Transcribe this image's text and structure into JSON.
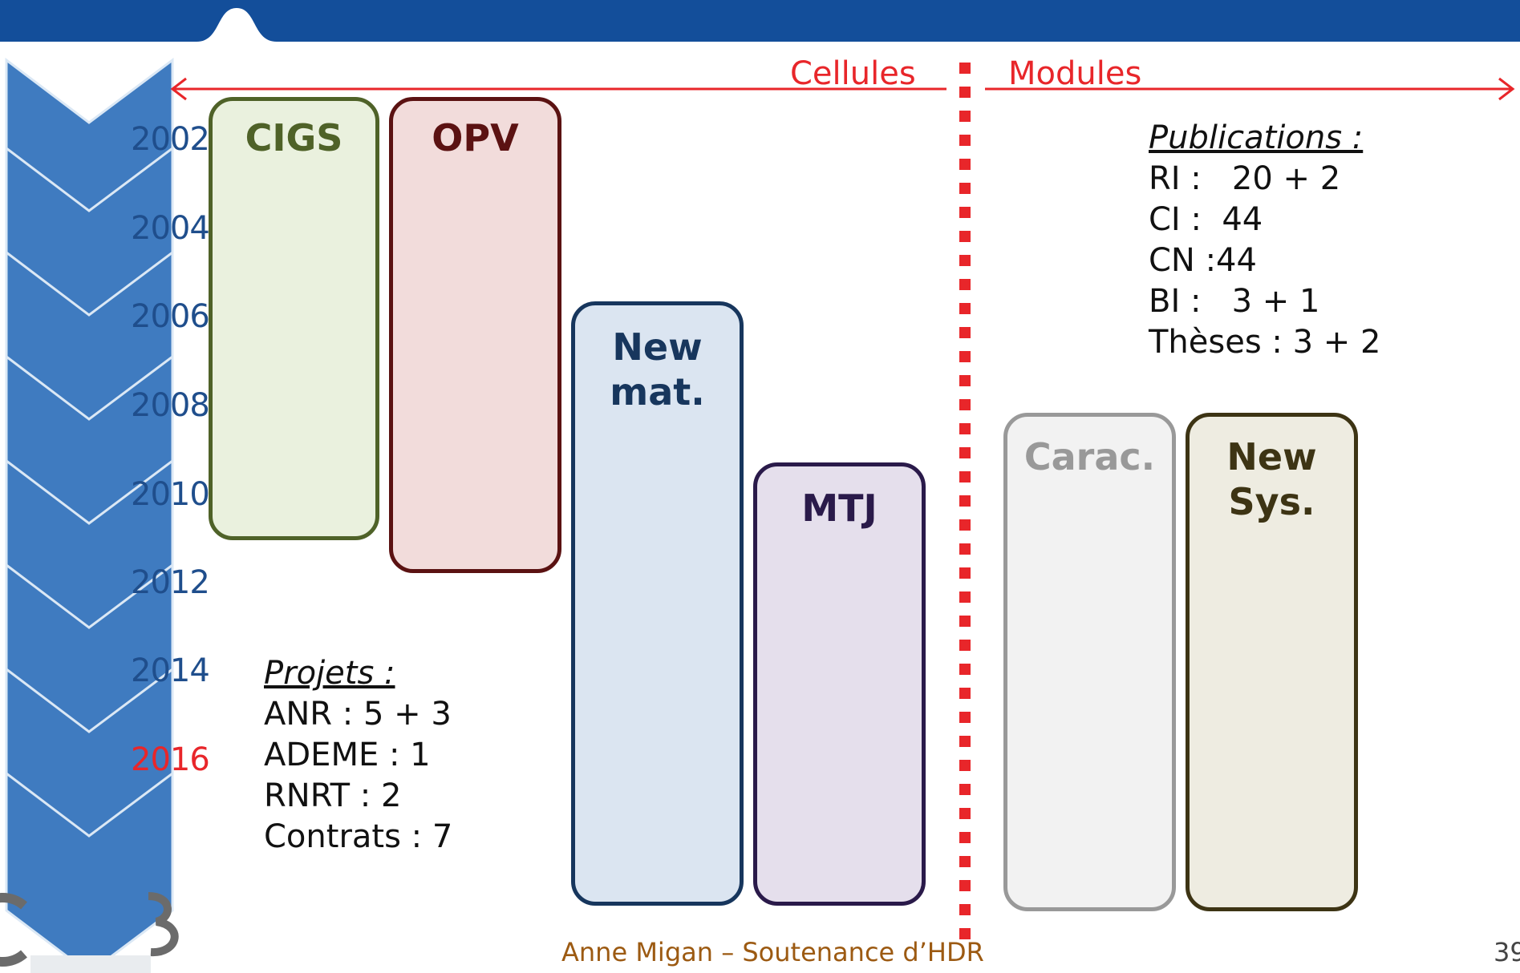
{
  "timeline": {
    "years": [
      {
        "label": "2002",
        "current": false
      },
      {
        "label": "2004",
        "current": false
      },
      {
        "label": "2006",
        "current": false
      },
      {
        "label": "2008",
        "current": false
      },
      {
        "label": "2010",
        "current": false
      },
      {
        "label": "2012",
        "current": false
      },
      {
        "label": "2014",
        "current": false
      },
      {
        "label": "2016",
        "current": true
      }
    ],
    "current_color": "#e8262a",
    "year_color": "#1f4e8c"
  },
  "sections": {
    "left_label": "Cellules",
    "right_label": "Modules",
    "color": "#e8262a"
  },
  "boxes": {
    "cigs": {
      "lines": [
        "CIGS"
      ],
      "color": "#4f6228"
    },
    "opv": {
      "lines": [
        "OPV"
      ],
      "color": "#5b1212"
    },
    "new_mat": {
      "lines": [
        "New",
        "mat."
      ],
      "color": "#17365d"
    },
    "mtj": {
      "lines": [
        "MTJ"
      ],
      "color": "#2a1a4a"
    },
    "carac": {
      "lines": [
        "Carac."
      ],
      "color": "#999999"
    },
    "new_sys": {
      "lines": [
        "New",
        "Sys."
      ],
      "color": "#3d3414"
    }
  },
  "projects": {
    "heading": "Projets :",
    "lines": [
      "ANR : 5 + 3",
      "ADEME : 1",
      "RNRT : 2",
      "Contrats : 7"
    ]
  },
  "publications": {
    "heading": "Publications :",
    "lines": [
      "RI :   20 + 2",
      "CI :  44",
      "CN :44",
      "BI :   3 + 1",
      "Thèses : 3 + 2"
    ]
  },
  "footer": {
    "text": "Anne Migan – Soutenance d’HDR",
    "page_number": "39"
  },
  "theme": {
    "header_color": "#134e9a",
    "chevron_color": "#3f7bc0"
  }
}
